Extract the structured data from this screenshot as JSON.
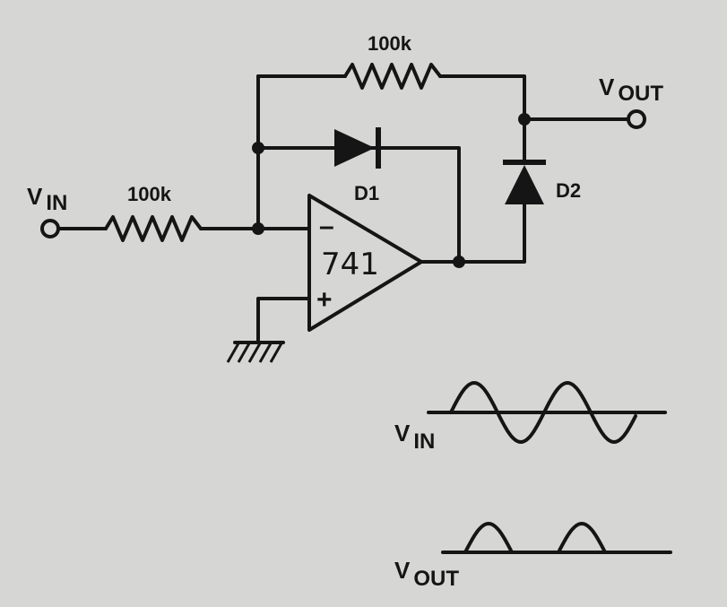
{
  "labels": {
    "vin": {
      "v": "V",
      "sub": "IN"
    },
    "vout": {
      "v": "V",
      "sub": "OUT"
    },
    "r_input": "100k",
    "r_feedback": "100k",
    "d1": "D1",
    "d2": "D2",
    "opamp": "741",
    "minus": "–",
    "plus": "+"
  },
  "waveforms": {
    "vin": {
      "v": "V",
      "sub": "IN",
      "shape": "sine"
    },
    "vout": {
      "v": "V",
      "sub": "OUT",
      "shape": "half-wave rectified"
    }
  },
  "colors": {
    "ink": "#151515",
    "paper": "#d6d6d4"
  }
}
